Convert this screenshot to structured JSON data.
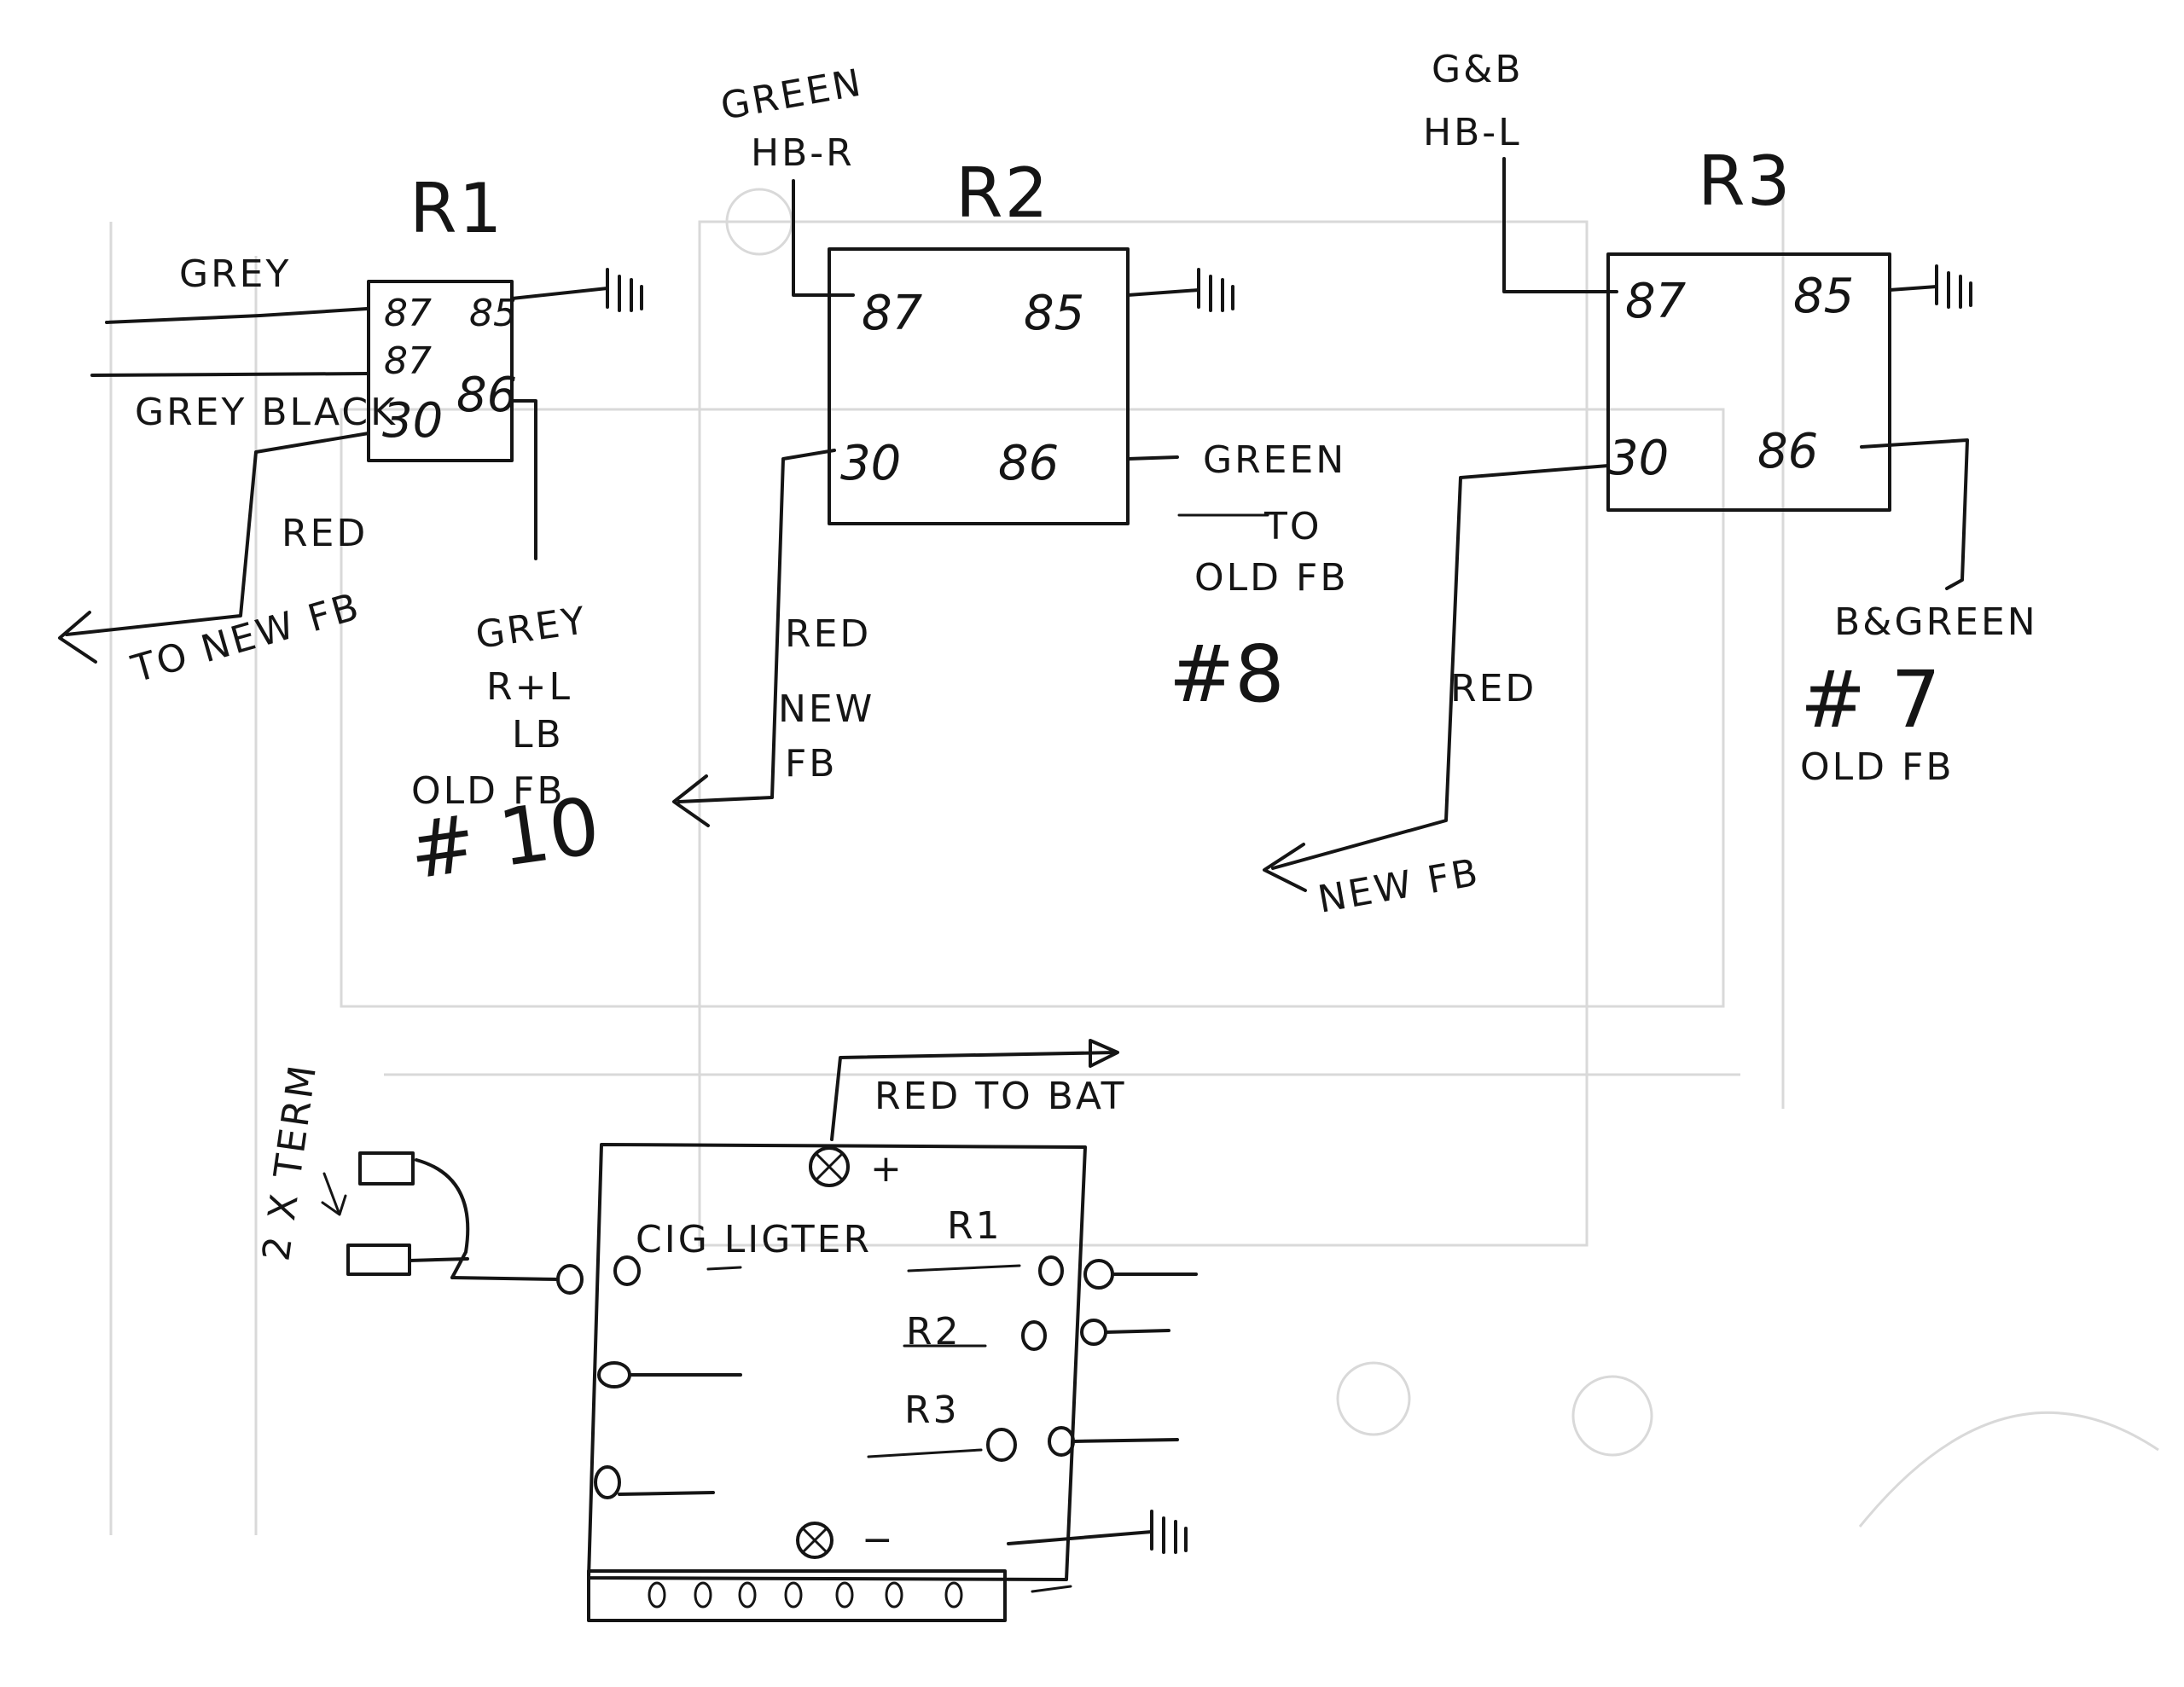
{
  "relays": [
    {
      "name": "R1",
      "pins": [
        "87",
        "85",
        "87",
        "86",
        "30"
      ],
      "wires": {
        "pin87_top": "GREY",
        "pin87_bottom": "GREY BLACK",
        "pin30_text": "RED",
        "pin30_dest": "TO NEW FB",
        "pin86_lines": [
          "GREY",
          "R+L",
          "LB",
          "OLD FB",
          "# 10"
        ]
      }
    },
    {
      "name": "R2",
      "pins": [
        "87",
        "85",
        "30",
        "86"
      ],
      "wires": {
        "pin87_source": [
          "GREEN",
          "HB-R"
        ],
        "pin86_lines": [
          "GREEN",
          "TO",
          "OLD FB"
        ],
        "pin86_number": "#8",
        "pin30_lines": [
          "RED",
          "NEW",
          "FB"
        ]
      }
    },
    {
      "name": "R3",
      "pins": [
        "87",
        "85",
        "30",
        "86"
      ],
      "wires": {
        "pin87_source": [
          "G&B",
          "HB-L"
        ],
        "pin30_text": "RED",
        "pin30_dest": "NEW FB",
        "pin86_lines": [
          "B&GREEN",
          "# 7",
          "OLD FB"
        ]
      }
    }
  ],
  "fuse_block": {
    "term_label": "2 X TERM",
    "bat_label": "RED TO BAT",
    "plus": "+",
    "minus": "−",
    "cig": "CIG LIGTER",
    "r1": "R1",
    "r2": "R2",
    "r3": "R3"
  }
}
